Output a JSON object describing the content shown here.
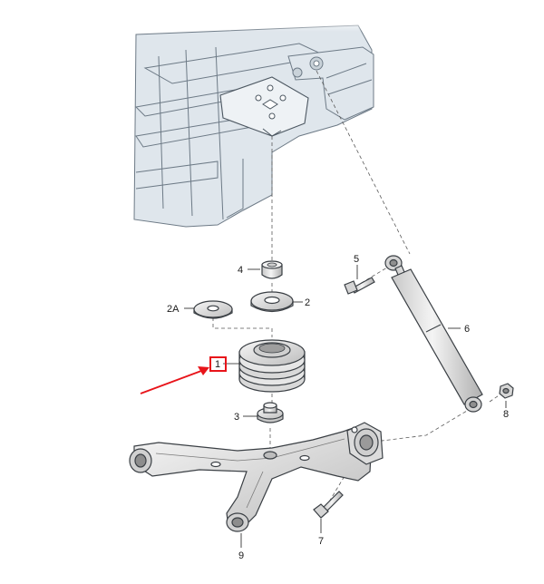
{
  "callouts": {
    "c1": "1",
    "c2": "2",
    "c2a": "2A",
    "c3": "3",
    "c4": "4",
    "c5": "5",
    "c6": "6",
    "c7": "7",
    "c8": "8",
    "c9": "9"
  },
  "colors": {
    "highlight": "#e8141a",
    "frame_fill": "#dfe6ec",
    "part_fill": "#e9e9e9",
    "line": "#3a3f44"
  }
}
